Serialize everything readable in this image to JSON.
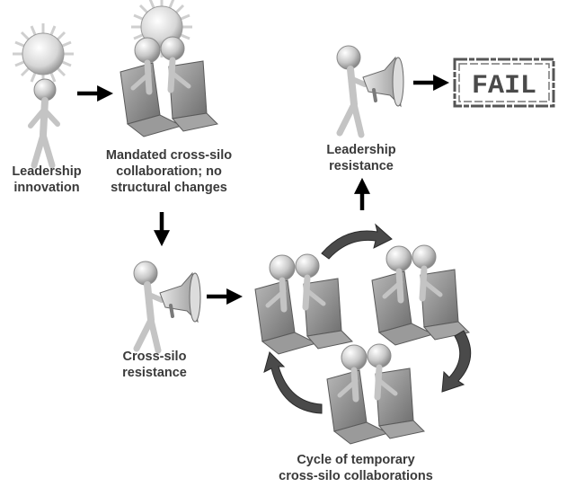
{
  "labels": {
    "leadership_innovation": [
      "Leadership",
      "innovation"
    ],
    "mandated": [
      "Mandated cross-silo",
      "collaboration; no",
      "structural changes"
    ],
    "leadership_resistance": [
      "Leadership",
      "resistance"
    ],
    "cross_silo_resistance": [
      "Cross-silo",
      "resistance"
    ],
    "cycle": [
      "Cycle of temporary",
      "cross-silo collaborations"
    ]
  },
  "stamp": {
    "text": "FAIL"
  },
  "colors": {
    "figure": "#c9c9c9",
    "label": "#3a3a3a",
    "arrow": "#000000",
    "cycle_arrow": "#4a4a4a",
    "sun": "#e6e6e6"
  },
  "icons": [
    "sun-icon",
    "stick-figure-icon",
    "laptop-icon",
    "megaphone-icon",
    "fail-stamp-icon"
  ]
}
